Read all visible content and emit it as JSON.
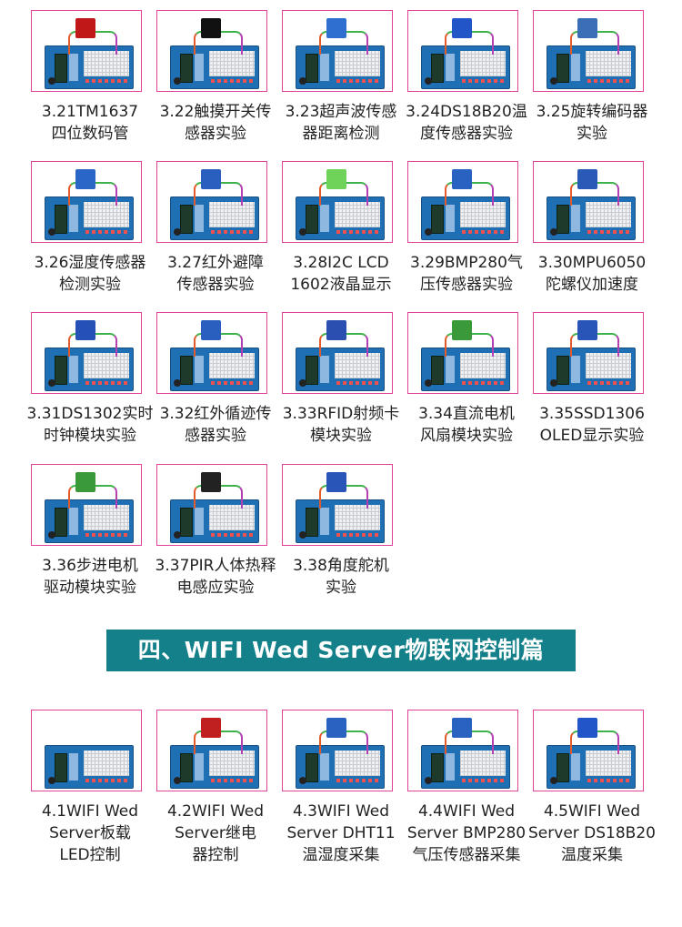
{
  "section_title": "四、WIFI Wed Server物联网控制篇",
  "experiments": [
    {
      "caption_l1": "3.21TM1637",
      "caption_l2": "四位数码管",
      "icon": "tm1637-4digit-display-board",
      "module_color": "#c01818"
    },
    {
      "caption_l1": "3.22触摸开关传",
      "caption_l2": "感器实验",
      "icon": "touch-switch-sensor-board",
      "module_color": "#111111"
    },
    {
      "caption_l1": "3.23超声波传感",
      "caption_l2": "器距离检测",
      "icon": "ultrasonic-sensor-board",
      "module_color": "#2f6fd0"
    },
    {
      "caption_l1": "3.24DS18B20温",
      "caption_l2": "度传感器实验",
      "icon": "ds18b20-temperature-sensor-board",
      "module_color": "#2255c8"
    },
    {
      "caption_l1": "3.25旋转编码器",
      "caption_l2": "实验",
      "icon": "rotary-encoder-board",
      "module_color": "#3a6fb8"
    },
    {
      "caption_l1": "3.26湿度传感器",
      "caption_l2": "检测实验",
      "icon": "humidity-sensor-board",
      "module_color": "#2a66c5"
    },
    {
      "caption_l1": "3.27红外避障",
      "caption_l2": "传感器实验",
      "icon": "ir-obstacle-sensor-board",
      "module_color": "#2a5fc0"
    },
    {
      "caption_l1": "3.28I2C LCD",
      "caption_l2": "1602液晶显示",
      "icon": "i2c-lcd1602-board",
      "module_color": "#6fd35a"
    },
    {
      "caption_l1": "3.29BMP280气",
      "caption_l2": "压传感器实验",
      "icon": "bmp280-pressure-sensor-board",
      "module_color": "#2a62c2"
    },
    {
      "caption_l1": "3.30MPU6050",
      "caption_l2": "陀螺仪加速度",
      "icon": "mpu6050-gyroscope-board",
      "module_color": "#2a5ab8"
    },
    {
      "caption_l1": "3.31DS1302实时",
      "caption_l2": "时钟模块实验",
      "icon": "ds1302-rtc-board",
      "module_color": "#2550b5"
    },
    {
      "caption_l1": "3.32红外循迹传",
      "caption_l2": "感器实验",
      "icon": "ir-line-tracking-sensor-board",
      "module_color": "#2a5fc0"
    },
    {
      "caption_l1": "3.33RFID射频卡",
      "caption_l2": "模块实验",
      "icon": "rfid-module-board",
      "module_color": "#2a4fb0"
    },
    {
      "caption_l1": "3.34直流电机",
      "caption_l2": "风扇模块实验",
      "icon": "dc-motor-fan-board",
      "module_color": "#3a9a3a"
    },
    {
      "caption_l1": "3.35SSD1306",
      "caption_l2": "OLED显示实验",
      "icon": "ssd1306-oled-board",
      "module_color": "#2a55b8"
    },
    {
      "caption_l1": "3.36步进电机",
      "caption_l2": "驱动模块实验",
      "icon": "stepper-motor-driver-board",
      "module_color": "#3a9a3a"
    },
    {
      "caption_l1": "3.37PIR人体热释",
      "caption_l2": "电感应实验",
      "icon": "pir-motion-sensor-board",
      "module_color": "#222222"
    },
    {
      "caption_l1": "3.38角度舵机",
      "caption_l2": "实验",
      "icon": "servo-motor-board",
      "module_color": "#2a55b8"
    }
  ],
  "wifi_experiments": [
    {
      "caption_l1": "4.1WIFI Wed",
      "caption_l2": "Server板载",
      "caption_l3": "LED控制",
      "icon": "wifi-onboard-led-board",
      "module_color": ""
    },
    {
      "caption_l1": "4.2WIFI Wed",
      "caption_l2": "Server继电",
      "caption_l3": "器控制",
      "icon": "wifi-relay-board",
      "module_color": "#c02020"
    },
    {
      "caption_l1": "4.3WIFI Wed",
      "caption_l2": "Server DHT11",
      "caption_l3": "温湿度采集",
      "icon": "wifi-dht11-board",
      "module_color": "#2a62c2"
    },
    {
      "caption_l1": "4.4WIFI Wed",
      "caption_l2": "Server BMP280",
      "caption_l3": "气压传感器采集",
      "icon": "wifi-bmp280-board",
      "module_color": "#2a62c2"
    },
    {
      "caption_l1": "4.5WIFI Wed",
      "caption_l2": "Server DS18B20",
      "caption_l3": "温度采集",
      "icon": "wifi-ds18b20-board",
      "module_color": "#2255c8"
    }
  ]
}
